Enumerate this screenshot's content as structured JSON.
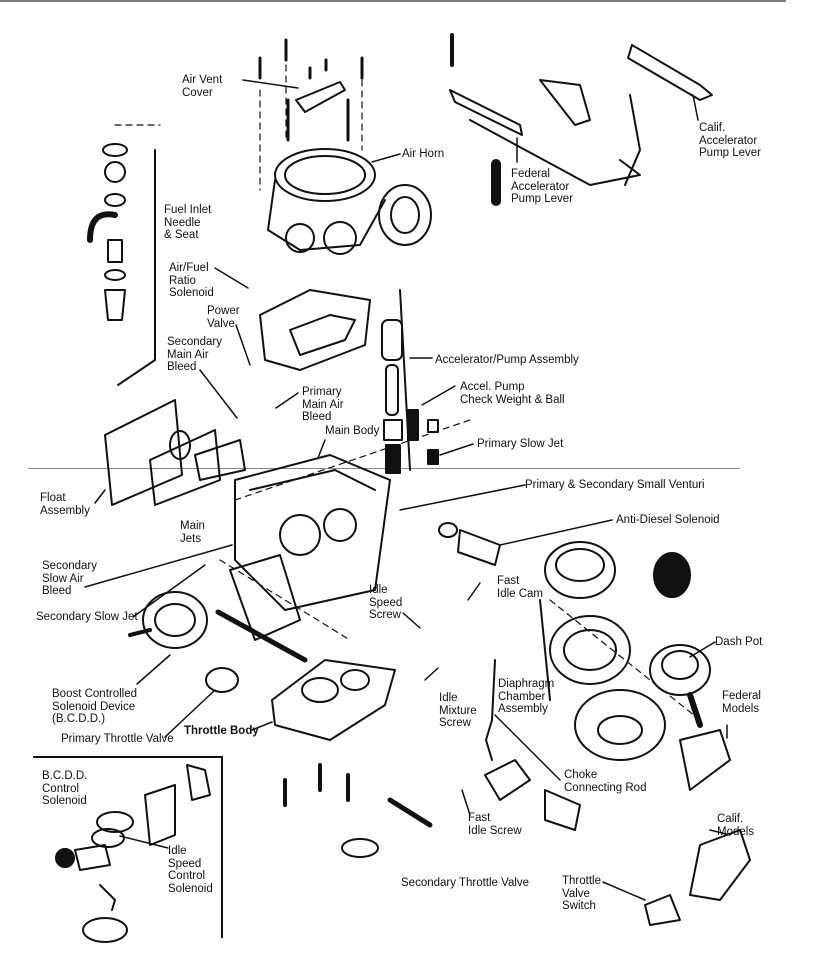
{
  "diagram": {
    "subject": "Carburetor exploded view",
    "labels": {
      "air_vent_cover": "Air Vent\nCover",
      "air_horn": "Air Horn",
      "federal_accel_pump_lever": "Federal\nAccelerator\nPump Lever",
      "calif_accel_pump_lever": "Calif.\nAccelerator\nPump Lever",
      "fuel_inlet_needle_seat": "Fuel Inlet\nNeedle\n& Seat",
      "air_fuel_ratio_solenoid": "Air/Fuel\nRatio\nSolenoid",
      "power_valve": "Power\nValve",
      "secondary_main_air_bleed": "Secondary\nMain Air\nBleed",
      "primary_main_air_bleed": "Primary\nMain Air\nBleed",
      "main_body": "Main Body",
      "accelerator_pump_assembly": "Accelerator/Pump Assembly",
      "accel_pump_check_weight_ball": "Accel. Pump\nCheck Weight & Ball",
      "primary_slow_jet": "Primary Slow Jet",
      "primary_secondary_small_venturi": "Primary & Secondary Small Venturi",
      "anti_diesel_solenoid": "Anti-Diesel Solenoid",
      "float_assembly": "Float\nAssembly",
      "main_jets": "Main\nJets",
      "secondary_slow_air_bleed": "Secondary\nSlow Air\nBleed",
      "secondary_slow_jet": "Secondary Slow Jet",
      "idle_speed_screw": "Idle\nSpeed\nScrew",
      "fast_idle_cam": "Fast\nIdle Cam",
      "dash_pot": "Dash Pot",
      "boost_controlled_solenoid": "Boost Controlled\nSolenoid Device\n(B.C.D.D.)",
      "idle_mixture_screw": "Idle\nMixture\nScrew",
      "diaphragm_chamber_assembly": "Diaphragm\nChamber\nAssembly",
      "federal_models": "Federal\nModels",
      "primary_throttle_valve": "Primary Throttle Valve",
      "throttle_body": "Throttle Body",
      "choke_connecting_rod": "Choke\nConnecting Rod",
      "calif_models": "Calif.\nModels",
      "fast_idle_screw": "Fast\nIdle Screw",
      "secondary_throttle_valve": "Secondary Throttle Valve",
      "throttle_valve_switch": "Throttle\nValve\nSwitch"
    },
    "inset": {
      "bcdd_control_solenoid": "B.C.D.D.\nControl\nSolenoid",
      "idle_speed_control_solenoid": "Idle\nSpeed\nControl\nSolenoid"
    }
  }
}
